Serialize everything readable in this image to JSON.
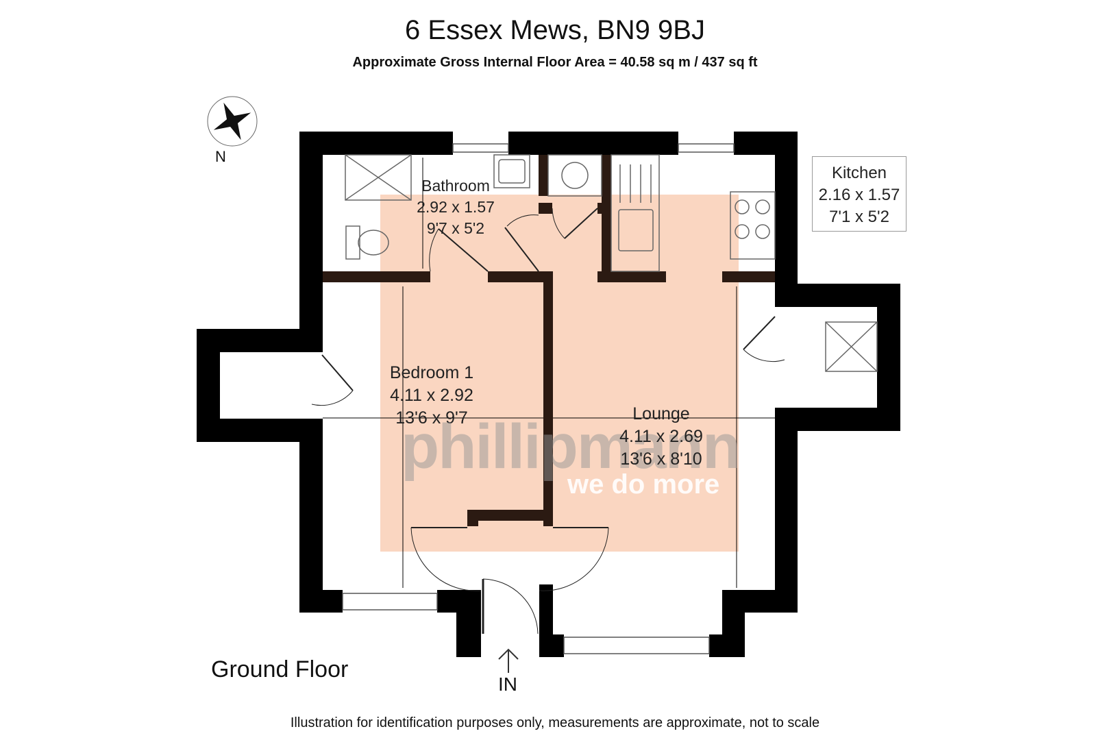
{
  "header": {
    "title": "6 Essex Mews, BN9 9BJ",
    "subtitle": "Approximate Gross Internal Floor Area = 40.58 sq m / 437 sq ft"
  },
  "compass": {
    "label": "N"
  },
  "rooms": {
    "bathroom": {
      "name": "Bathroom",
      "metric": "2.92 x 1.57",
      "imperial": "9'7 x 5'2"
    },
    "kitchen": {
      "name": "Kitchen",
      "metric": "2.16 x 1.57",
      "imperial": "7'1 x 5'2"
    },
    "bedroom": {
      "name": "Bedroom 1",
      "metric": "4.11 x 2.92",
      "imperial": "13'6 x 9'7"
    },
    "lounge": {
      "name": "Lounge",
      "metric": "4.11 x 2.69",
      "imperial": "13'6 x 8'10"
    }
  },
  "watermark": {
    "brand": "phillipmann",
    "tagline": "we do more"
  },
  "floor": {
    "label": "Ground Floor"
  },
  "entrance": {
    "label": "IN"
  },
  "footer": {
    "disclaimer": "Illustration for identification purposes only, measurements are approximate, not to scale"
  },
  "colors": {
    "wall": "#000000",
    "inner_wall": "#2b1a12",
    "watermark_fill": "#f9d2ba"
  }
}
